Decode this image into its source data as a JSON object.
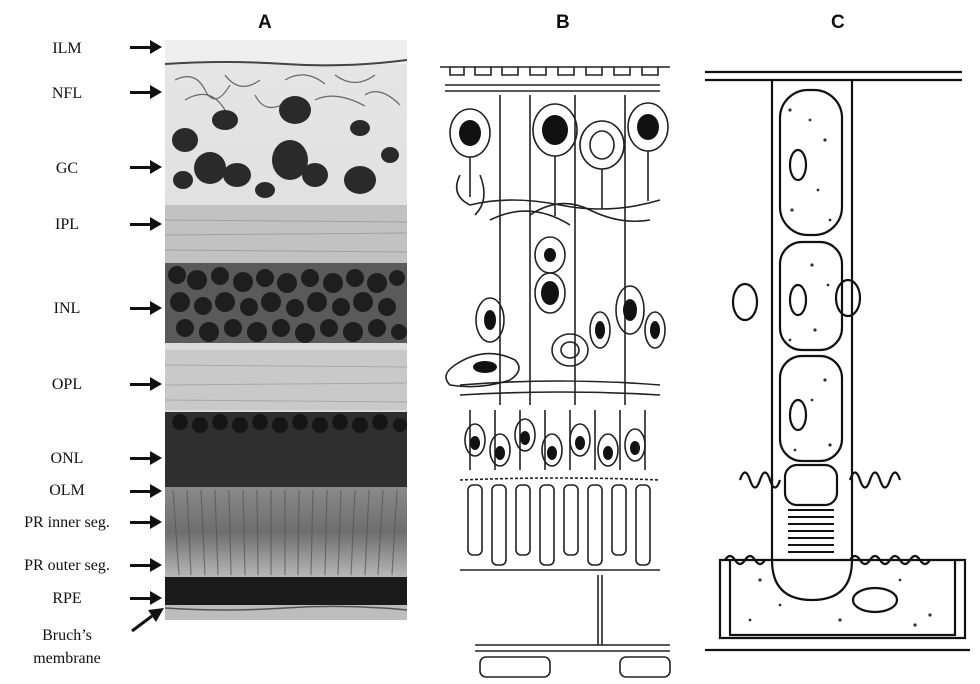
{
  "panels": {
    "a": "A",
    "b": "B",
    "c": "C"
  },
  "layers": {
    "ilm": "ILM",
    "nfl": "NFL",
    "gc": "GC",
    "ipl": "IPL",
    "inl": "INL",
    "opl": "OPL",
    "onl": "ONL",
    "olm": "OLM",
    "pr_inner": "PR inner seg.",
    "pr_outer": "PR outer seg.",
    "rpe": "RPE",
    "bruch_line1": "Bruch’s",
    "bruch_line2": "membrane"
  }
}
